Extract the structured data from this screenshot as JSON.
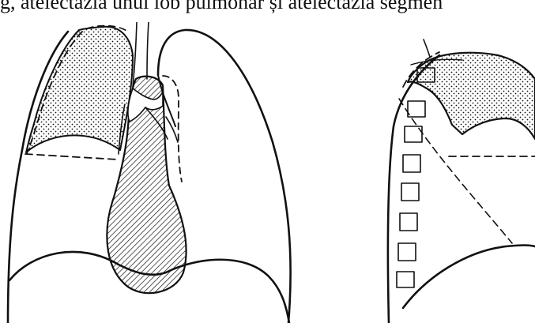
{
  "caption": {
    "text": "g, atelectazia unui lob pulmonar și atelectazia segmen"
  },
  "figures": [
    {
      "id": "frontal",
      "icon": "frontal-chest-xray-diagram"
    },
    {
      "id": "lateral",
      "icon": "lateral-chest-xray-diagram"
    }
  ],
  "colors": {
    "ink": "#111111",
    "background": "#ffffff"
  }
}
